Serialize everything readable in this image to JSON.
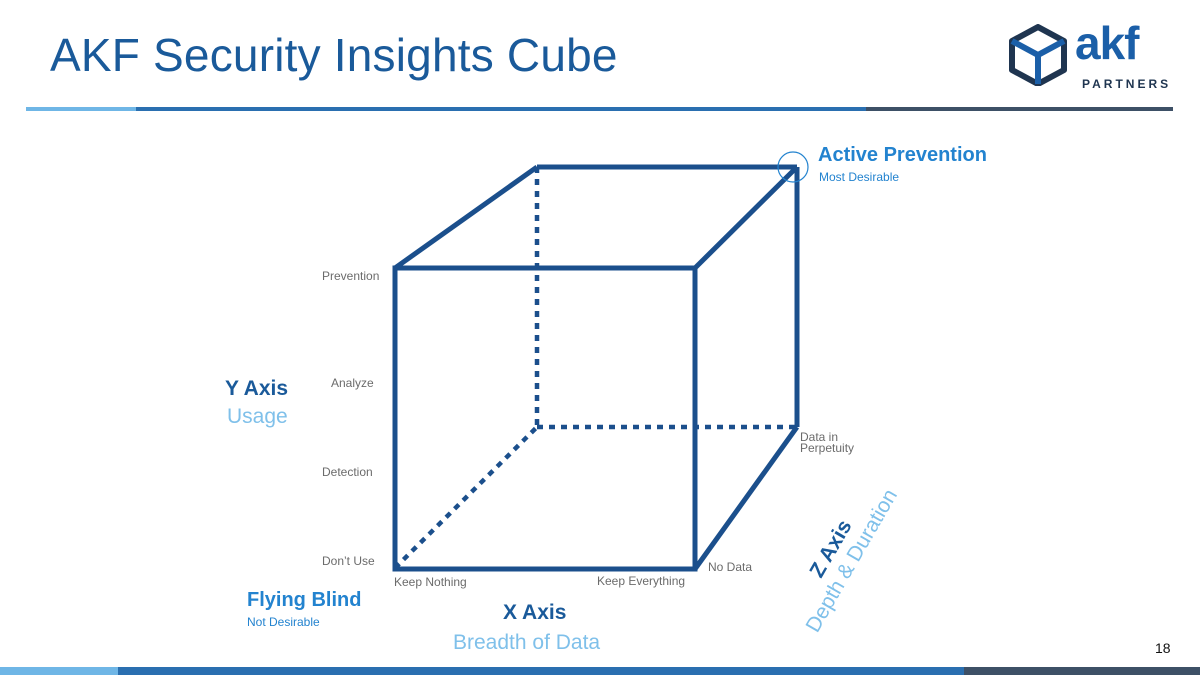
{
  "slide": {
    "title": "AKF Security Insights Cube",
    "page_number": "18"
  },
  "logo": {
    "word": "akf",
    "sub": "PARTNERS"
  },
  "axes": {
    "y": {
      "title": "Y Axis",
      "subtitle": "Usage",
      "ticks": [
        "Prevention",
        "Analyze",
        "Detection",
        "Don’t Use"
      ]
    },
    "x": {
      "title": "X Axis",
      "subtitle": "Breadth of Data",
      "ticks": [
        "Keep Nothing",
        "Keep Everything"
      ]
    },
    "z": {
      "title": "Z Axis",
      "subtitle": "Depth & Duration",
      "ticks": [
        "No Data",
        "Data in",
        "Perpetuity"
      ]
    }
  },
  "corners": {
    "best": {
      "title": "Active Prevention",
      "subtitle": "Most Desirable"
    },
    "worst": {
      "title": "Flying Blind",
      "subtitle": "Not Desirable"
    }
  },
  "colors": {
    "cube": "#1b4f8c",
    "title": "#1a5a9a",
    "accent": "#2383cf",
    "light": "#7fc0ea",
    "rule_light": "#6fb6e6",
    "rule_mid": "#2a6fb0",
    "rule_dark": "#3d5066"
  }
}
